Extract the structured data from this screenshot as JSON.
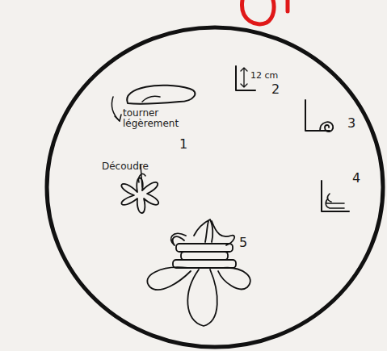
{
  "diagram": {
    "labels": [
      "tourner légèrement",
      "1",
      "12 cm",
      "2",
      "3",
      "Découdre",
      "4",
      "5"
    ]
  }
}
